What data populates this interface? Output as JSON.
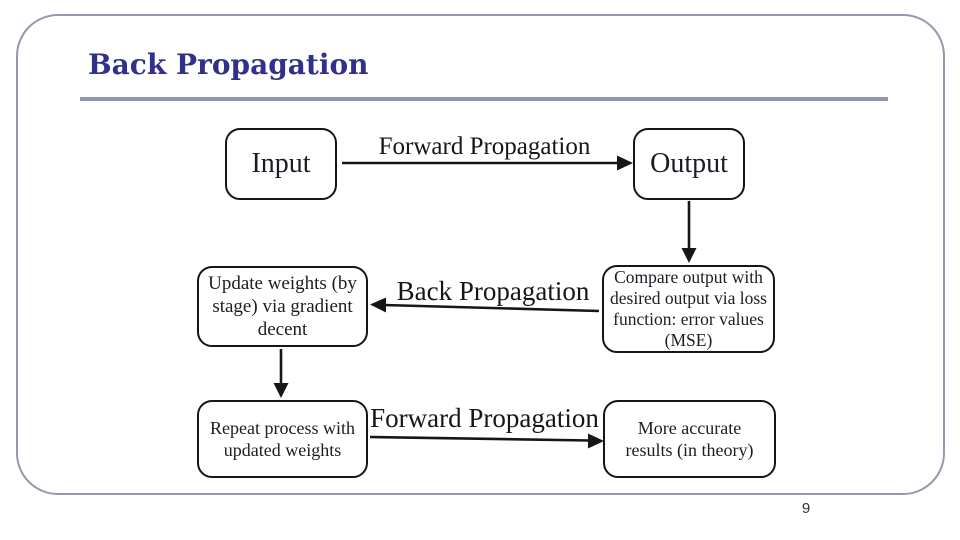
{
  "slide": {
    "title": "Back Propagation",
    "page_number": "9"
  },
  "colors": {
    "title_color": "#31318b",
    "slide_border": "#9598ae",
    "title_rule": "#9093b4",
    "diagram_ink": "#161616",
    "box_text": "#1c1c24"
  },
  "diagram": {
    "nodes": {
      "input": "Input",
      "output": "Output",
      "update": "Update weights (by stage) via gradient decent",
      "compare": "Compare output with desired output via loss function: error values (MSE)",
      "repeat": "Repeat process with updated weights",
      "more": "More accurate results (in theory)"
    },
    "edges": {
      "forward_top": "Forward Propagation",
      "back": "Back Propagation",
      "forward_bottom": "Forward Propagation"
    }
  }
}
